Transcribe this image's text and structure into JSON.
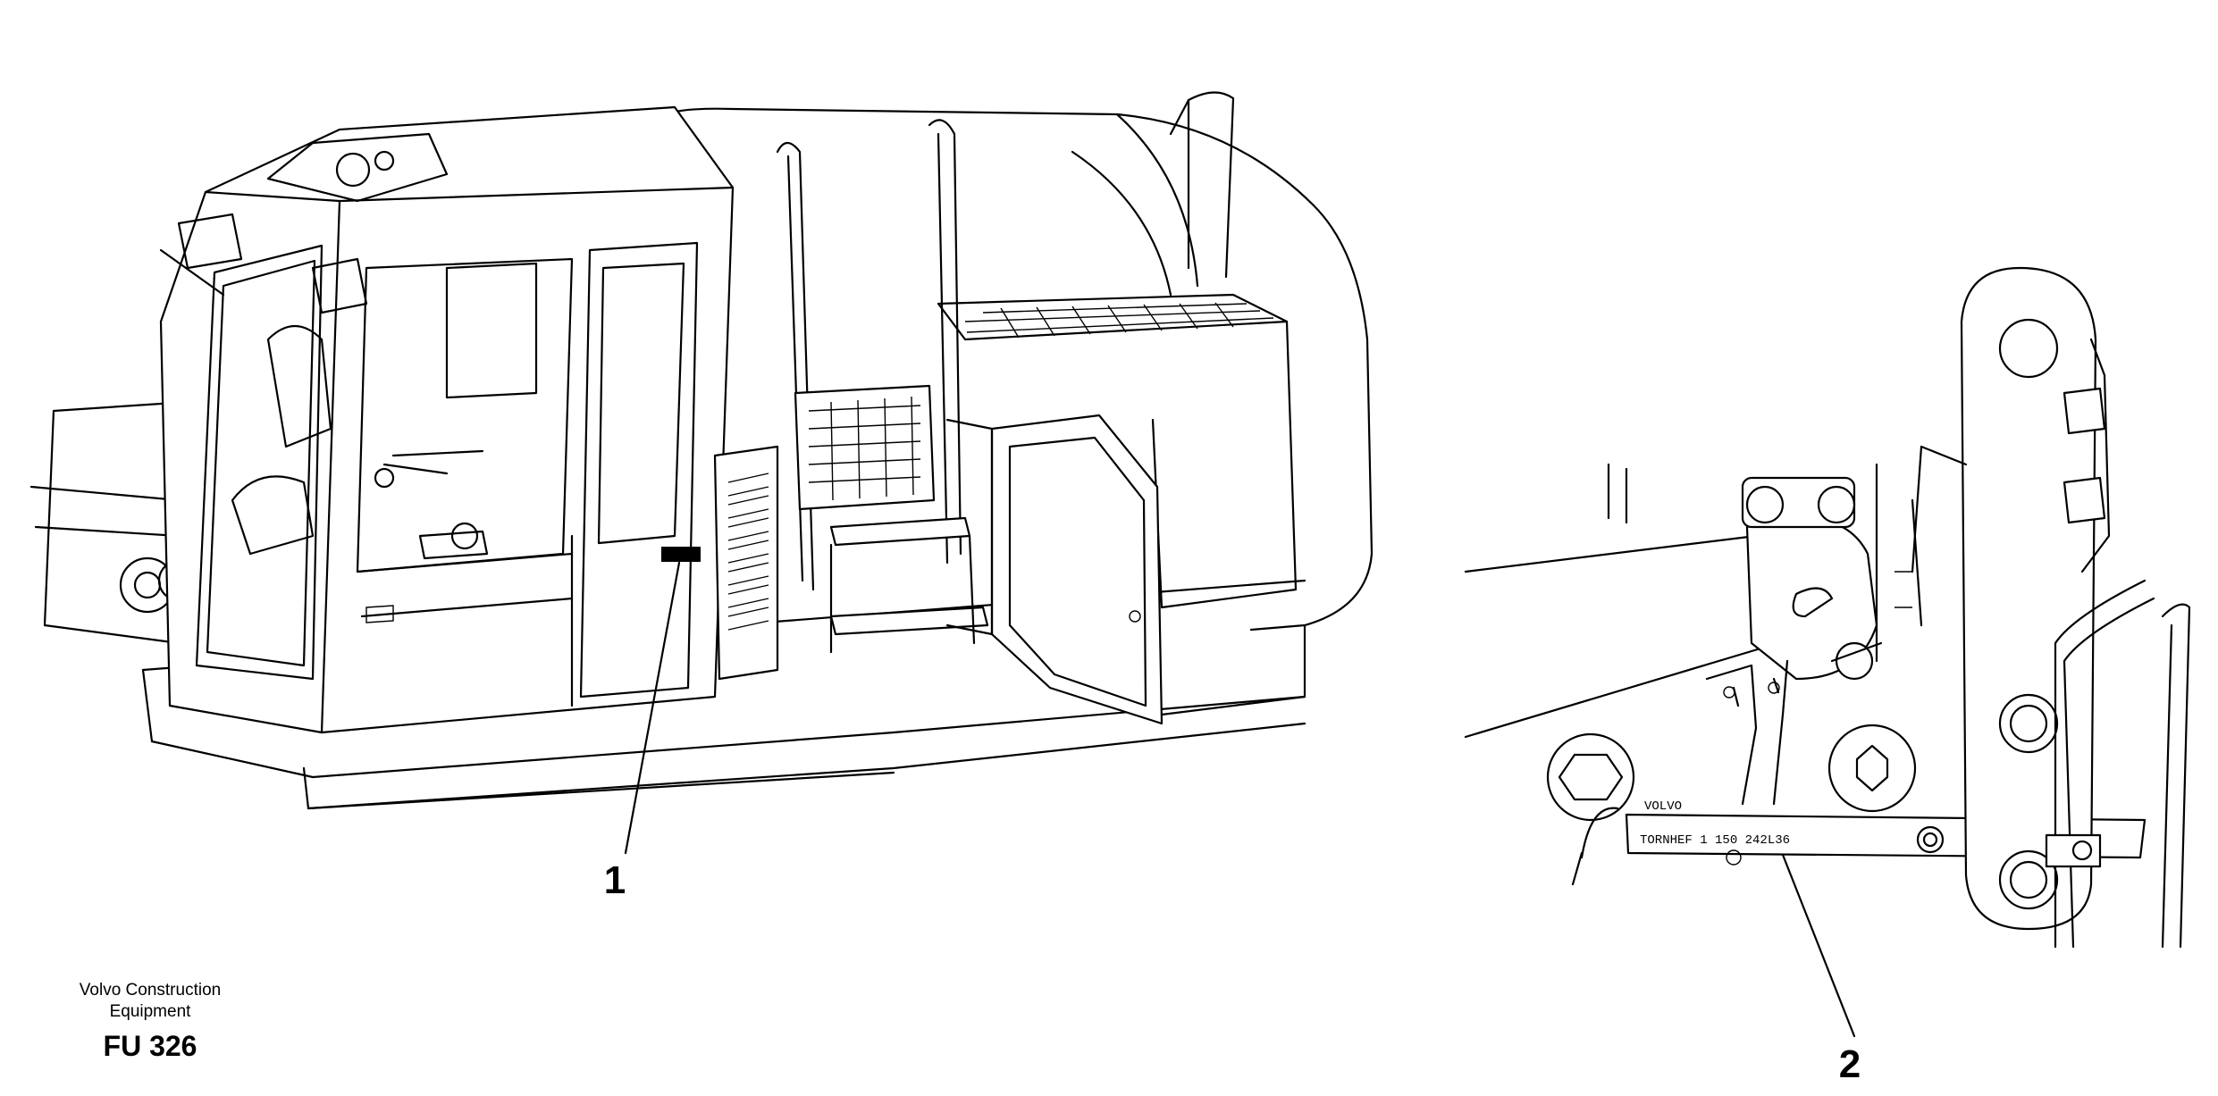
{
  "callouts": {
    "left": "1",
    "right": "2"
  },
  "credit": {
    "line1": "Volvo Construction",
    "line2": "Equipment",
    "code": "FU 326"
  },
  "plate": {
    "brand": "VOLVO",
    "text": "TORNHEF 1 150  242L36"
  }
}
